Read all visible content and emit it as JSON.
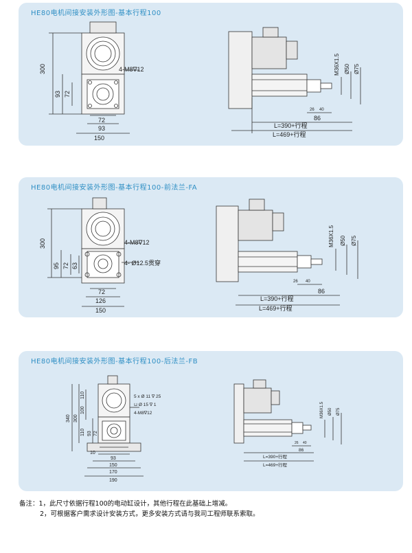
{
  "colors": {
    "panel_bg": "#dbe9f4",
    "title": "#2f8fc4",
    "line": "#333333"
  },
  "panels": [
    {
      "title": "HE80电机间接安装外形图-基本行程100",
      "dims": {
        "height": "300",
        "h93": "93",
        "h72": "72",
        "w72": "72",
        "w93": "93",
        "w150": "150",
        "bolt": "4-M8∇12",
        "thread": "M36X1.5",
        "d50": "Ø50",
        "d75": "Ø75",
        "d26": "26",
        "d40": "40",
        "d86": "86",
        "L1": "L=390+行程",
        "L2": "L=469+行程"
      }
    },
    {
      "title": "HE80电机间接安装外形图-基本行程100-前法兰-FA",
      "dims": {
        "height": "300",
        "h95": "95",
        "h72": "72",
        "h63": "63",
        "w72": "72",
        "w126": "126",
        "w150": "150",
        "bolt": "4-M8∇12",
        "hole": "4- Ø12.5贯穿",
        "thread": "M36X1.5",
        "d50": "Ø50",
        "d75": "Ø75",
        "d26": "26",
        "d40": "40",
        "d86": "86",
        "L1": "L=390+行程",
        "L2": "L=469+行程"
      }
    },
    {
      "title": "HE80电机间接安装外形图-基本行程100-后法兰-FB",
      "dims": {
        "h340": "340",
        "h300": "300",
        "h110": "110",
        "h100": "100",
        "h93": "93",
        "h72": "72",
        "h110b": "110",
        "w10": "10",
        "w93": "93",
        "w150": "150",
        "w170": "170",
        "w190": "190",
        "spec1": "5 x Ø 11 ∇ 25",
        "spec2": "⊔ Ø 15 ∇ 1",
        "bolt": "4-M8∇12",
        "thread": "M36X1.5",
        "d50": "Ø50",
        "d75": "Ø75",
        "d26": "26",
        "d40": "40",
        "d86": "86",
        "L1": "L=390+行程",
        "L2": "L=469+行程"
      }
    }
  ],
  "notes": {
    "line1": "备注：1，此尺寸依据行程100的电动缸设计，其他行程在此基础上增减。",
    "line2": "2，可根据客户需求设计安装方式，更多安装方式请与我司工程师联系索取。"
  }
}
